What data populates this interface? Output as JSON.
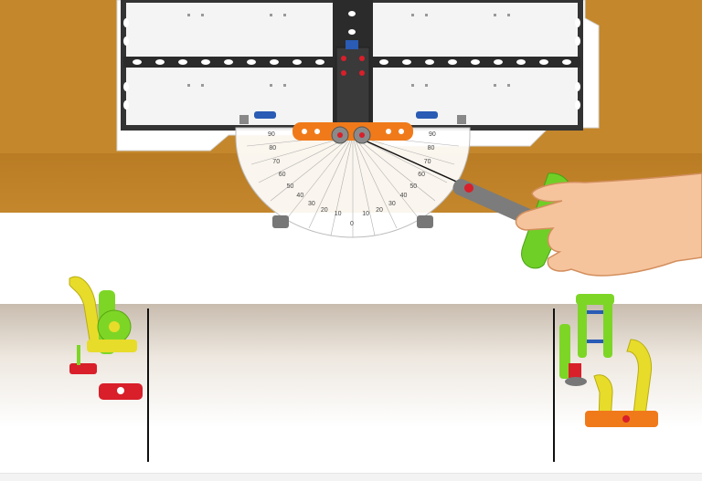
{
  "scene": {
    "wall_color": "#c4872c",
    "floor_color": "#ffffff",
    "board_color": "#2b2b2b",
    "tile_color": "#ffffff",
    "accent_orange": "#f07a1a",
    "accent_yellow": "#e8dc2a",
    "accent_green": "#7dd626",
    "accent_red": "#d81f2a",
    "accent_gray": "#707070",
    "hand_color": "#f6c49c"
  },
  "protractor": {
    "center_label": "0",
    "tick_labels_left": [
      "10",
      "20",
      "30",
      "40",
      "50",
      "60",
      "70",
      "80",
      "90"
    ],
    "tick_labels_right": [
      "10",
      "20",
      "30",
      "40",
      "50",
      "60",
      "70",
      "80",
      "90"
    ]
  },
  "icons": {
    "hand": "hand-icon",
    "board": "building-board-icon",
    "model_left": "catapult-model-icon",
    "model_right": "frame-model-icon"
  }
}
